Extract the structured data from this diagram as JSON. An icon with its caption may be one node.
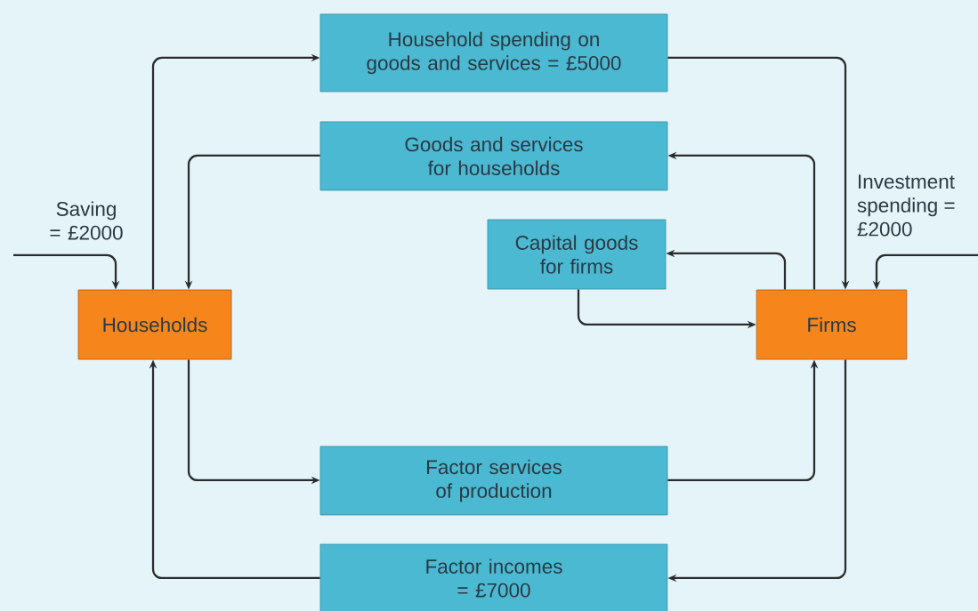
{
  "diagram": {
    "nodes": [
      {
        "text": [
          "Household spending on goods and services = £5000"
        ]
      },
      {
        "text": [
          "Goods and services for households"
        ]
      },
      {
        "text": [
          "Capital goods for firms"
        ]
      },
      {
        "text": [
          "Households"
        ]
      },
      {
        "text": [
          "Firms"
        ]
      },
      {
        "text": [
          "Factor services of production"
        ]
      },
      {
        "text": [
          "Factor incomes = £7000"
        ]
      }
    ],
    "edges": [
      {
        "from": 3,
        "to": 0,
        "arrow": "to"
      },
      {
        "from": 0,
        "to": 4,
        "arrow": "to"
      },
      {
        "from": 4,
        "to": 1,
        "arrow": "to"
      },
      {
        "from": 1,
        "to": 3,
        "arrow": "to"
      },
      {
        "from": 4,
        "to": 2,
        "arrow": "to"
      },
      {
        "from": 2,
        "to": 4,
        "arrow": "to"
      },
      {
        "from": null,
        "to": 3,
        "arrow": "to",
        "label": "Saving = £2000"
      },
      {
        "from": null,
        "to": 4,
        "arrow": "to",
        "label": "Investment spending = £2000"
      },
      {
        "from": 3,
        "to": 5,
        "arrow": "to"
      },
      {
        "from": 5,
        "to": 4,
        "arrow": "to"
      },
      {
        "from": 4,
        "to": 6,
        "arrow": "to"
      },
      {
        "from": 6,
        "to": 3,
        "arrow": "to"
      }
    ]
  }
}
